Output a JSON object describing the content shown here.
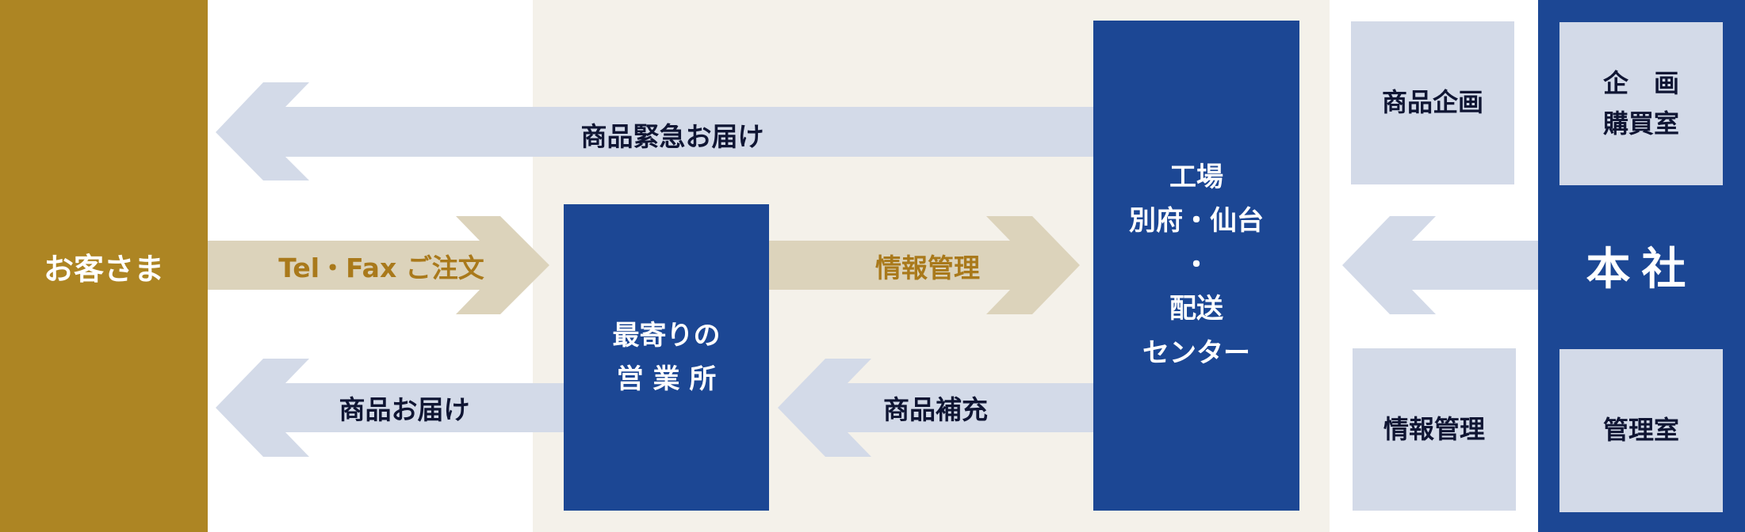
{
  "colors": {
    "gold": "#AD8523",
    "blue": "#1C4794",
    "light_blue": "#D3DAE8",
    "beige": "#DCD3BB",
    "zone_bg": "#F4F1EA",
    "text": "#0F1533"
  },
  "customer": "お客さま",
  "arrows": {
    "urgent_delivery": "商品緊急お届け",
    "order": "Tel・Fax ご注文",
    "info_management": "情報管理",
    "delivery": "商品お届け",
    "replenish": "商品補充"
  },
  "office": {
    "line1": "最寄りの",
    "line2": "営 業 所"
  },
  "factory": {
    "line1": "工場",
    "line2": "別府・仙台",
    "line3": "・",
    "line4": "配送",
    "line5": "センター"
  },
  "departments": {
    "product_planning": "商品企画",
    "info_management": "情報管理"
  },
  "hq": {
    "label": "本社",
    "purchase_line1": "企　画",
    "purchase_line2": "購買室",
    "admin": "管理室"
  }
}
